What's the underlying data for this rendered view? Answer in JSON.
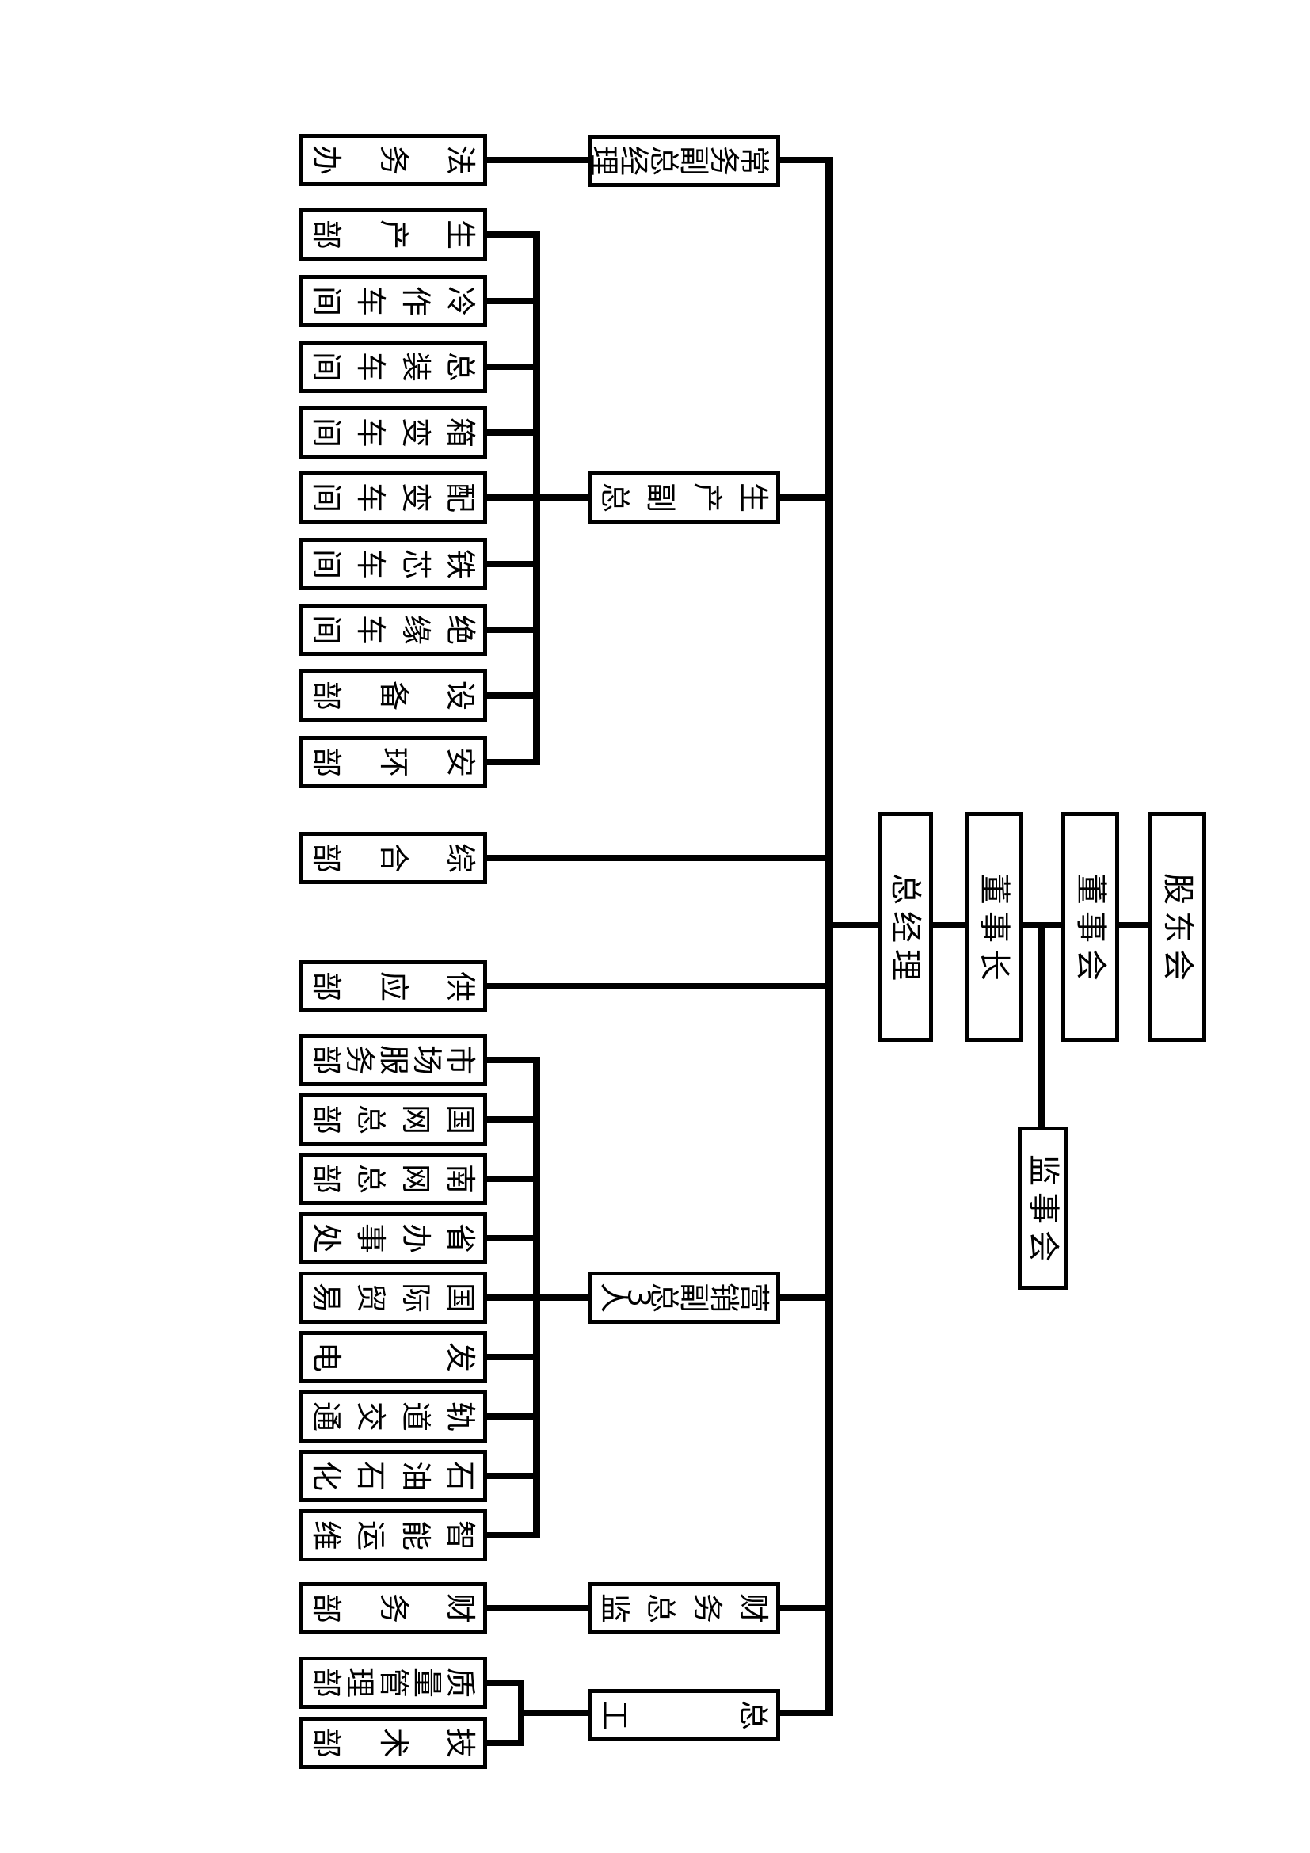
{
  "page": {
    "background": "#ffffff",
    "line_color": "#000000",
    "box_fill": "#ffffff"
  },
  "org_chart": {
    "top_level": [
      {
        "id": "shareholders-meeting",
        "label": "股东会"
      },
      {
        "id": "board-of-directors",
        "label": "董事会"
      },
      {
        "id": "chairman",
        "label": "董事长"
      },
      {
        "id": "general-manager",
        "label": "总经理"
      }
    ],
    "supervisory_board": {
      "label": "监事会"
    },
    "branches": [
      {
        "head": {
          "label": "常务副总经理"
        },
        "depts": [
          {
            "label": "法务办"
          }
        ]
      },
      {
        "head": {
          "label": "生产副总"
        },
        "depts": [
          {
            "label": "生产部"
          },
          {
            "label": "冷作车间"
          },
          {
            "label": "总装车间"
          },
          {
            "label": "箱变车间"
          },
          {
            "label": "配变车间"
          },
          {
            "label": "铁芯车间"
          },
          {
            "label": "绝缘车间"
          },
          {
            "label": "设备部"
          },
          {
            "label": "安环部"
          }
        ]
      },
      {
        "head": null,
        "depts": [
          {
            "label": "综合部"
          }
        ]
      },
      {
        "head": null,
        "depts": [
          {
            "label": "供应部"
          }
        ]
      },
      {
        "head": {
          "label": "营销副总3人"
        },
        "depts": [
          {
            "label": "市场服务部"
          },
          {
            "label": "国网总部"
          },
          {
            "label": "南网总部"
          },
          {
            "label": "省办事处"
          },
          {
            "label": "国际贸易"
          },
          {
            "label": "发电"
          },
          {
            "label": "轨道交通"
          },
          {
            "label": "石油石化"
          },
          {
            "label": "智能运维"
          }
        ]
      },
      {
        "head": {
          "label": "财务总监"
        },
        "depts": [
          {
            "label": "财务部"
          }
        ]
      },
      {
        "head": {
          "label": "总工"
        },
        "depts": [
          {
            "label": "质量管理部"
          },
          {
            "label": "技术部"
          }
        ]
      }
    ]
  }
}
